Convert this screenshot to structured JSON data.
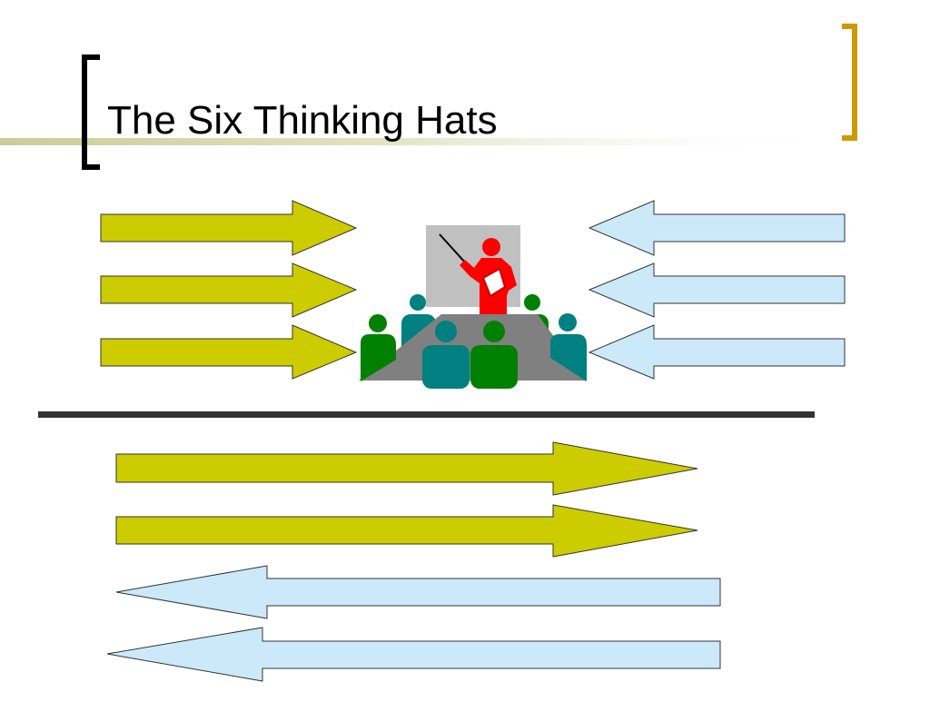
{
  "slide": {
    "title": "The Six Thinking Hats"
  },
  "colors": {
    "background": "#ffffff",
    "title_text": "#000000",
    "title_bar": "#cccc99",
    "left_bracket": "#000000",
    "right_bracket": "#cc9900",
    "olive_arrow": "#cccc00",
    "blue_arrow": "#cce9fa",
    "arrow_outline": "#333333",
    "divider": "#333333",
    "board": "#c0c0c0",
    "table": "#808080",
    "presenter": "#ff0000",
    "attendee_green": "#008000",
    "attendee_teal": "#008080"
  },
  "diagram": {
    "upper_left_arrows": {
      "count": 3,
      "direction": "right"
    },
    "upper_right_arrows": {
      "count": 3,
      "direction": "left"
    },
    "lower_arrows": [
      "right",
      "right",
      "left",
      "left"
    ],
    "icons": [
      "presentation-board",
      "presenter",
      "meeting-table",
      "attendees"
    ]
  }
}
